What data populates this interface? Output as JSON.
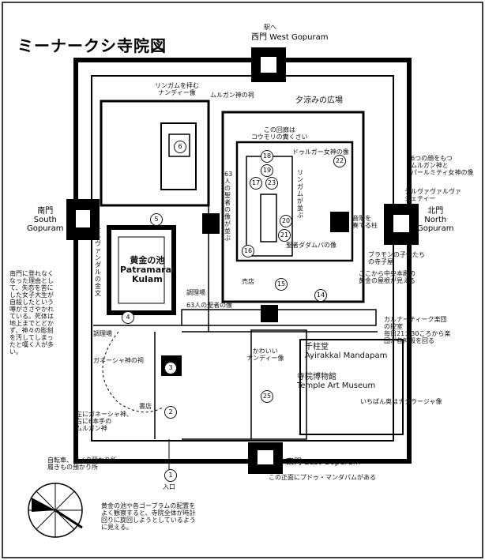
{
  "title": "ミーナークシ寺院図",
  "gates": {
    "west": {
      "label": "西門 West Gopuram",
      "note": "駅へ"
    },
    "north": {
      "label": "北門\nNorth\nGopuram"
    },
    "south": {
      "label": "南門\nSouth\nGopuram"
    },
    "east": {
      "label": "東門 East Gopuram",
      "note": "この正面にプドゥ・マンダパムがある"
    }
  },
  "labels": {
    "lingam_nandi": "リンガムを拝む\nナンディー像",
    "murugan_shrine": "ムルガン神の祠",
    "evening_square": "夕涼みの広場",
    "bats": "この回廊は\nコウモリの糞くさい",
    "durga": "ドゥルガー女神の像",
    "murugan_parvati": "6つの顔をもつ\nムルガン神と\nパールミティ女神の像",
    "terppavai": "テルヴァヴァルヴァ\nジェティー",
    "music_pillars": "音階を\n奏でる柱",
    "sixty_three_saints": "63人の聖者の像が並ぶ",
    "lingam_row": "リンガムが並ぶ",
    "dakshinamurti": "聖者ダダムバの像",
    "golden_lotus": "黄金の池\nPatramarai\nKulam",
    "shop": "売店",
    "fee_office": "調理場",
    "saints_statues": "63人の聖者の像",
    "lotus_side": "テルヴァンダルの金文",
    "gandhi_relief": "ブラモンの子供たち\nの寺子屋",
    "gold_roof": "ここから中央本殿の\n黄金の屋根が見える",
    "carnatic": "カルナーティーク楽団\nの控室\n毎日21：30ころから楽\n団が各神殿を回る",
    "south_explain": "南門に登れなく\nなった理由とし\nて、失恋を苦に\nした女子大生が\n自殺したという\n噂がささやかれ\nている。死体は\n地上までとどか\nず、神々の彫刻\nを汚してしまっ\nたと嘆く人が多\nい。",
    "ganesha_shrine": "ガネーシャ神の祠",
    "cute_nandi": "かわいい\nナンディー像",
    "thousand_pillar": "千柱堂\nAyirakkal Mandapam",
    "museum": "寺院博物館\nTemple Art Museum",
    "nataraja": "いちばん奥はナタラージャ像",
    "bookstore": "書店",
    "ganesha_murugan": "左にガネーシャ神、\n右に6本手の\nムルガン神",
    "bike_parking": "自転車、バイク預かり所\n履きもの預かり所",
    "entrance": "入口",
    "compass_note": "黄金の池や各ゴープラムの配置を\nよく観察すると、寺院全体が時計\n回りに旋回しようとしているよう\nに見える。",
    "kitchen_left": "調理場"
  },
  "numbers": [
    "6",
    "5",
    "4",
    "3",
    "2",
    "1",
    "18",
    "17",
    "16",
    "15",
    "14",
    "19",
    "20",
    "21",
    "22",
    "23",
    "25"
  ]
}
